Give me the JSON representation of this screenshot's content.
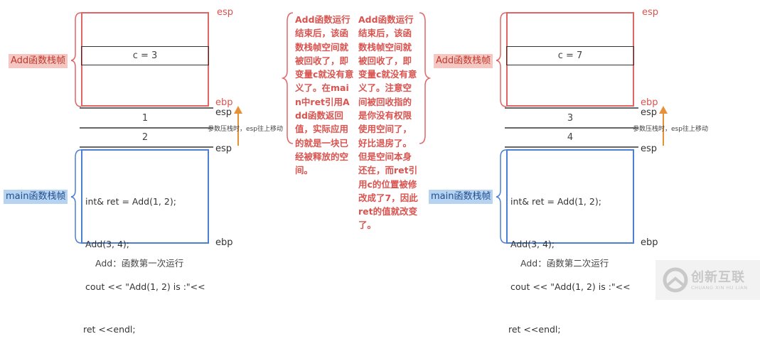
{
  "left": {
    "add_frame_label": "Add函数栈帧",
    "main_frame_label": "main函数栈帧",
    "var_cell": "c = 3",
    "arg1": "1",
    "arg2": "2",
    "esp_top": "esp",
    "ebp_mid": "ebp",
    "esp_mid": "esp",
    "esp_low": "esp",
    "ebp_bottom": "ebp",
    "push_note": "参数压栈时，esp往上移动",
    "code_lines": [
      "int& ret = Add(1, 2);",
      "Add(3, 4);",
      "cout << \"Add(1, 2) is :\"<<",
      "ret <<endl;"
    ],
    "caption": "Add：函数第一次运行"
  },
  "right": {
    "add_frame_label": "Add函数栈帧",
    "main_frame_label": "main函数栈帧",
    "var_cell": "c = 7",
    "arg1": "3",
    "arg2": "4",
    "esp_top": "esp",
    "ebp_mid": "ebp",
    "esp_mid": "esp",
    "esp_low": "esp",
    "ebp_bottom": "ebp",
    "push_note": "参数压栈时，esp往上移动",
    "code_lines": [
      "int& ret = Add(1, 2);",
      "Add(3, 4);",
      "cout << \"Add(1, 2) is :\"<<",
      "ret <<endl;"
    ],
    "caption": "Add：函数第二次运行"
  },
  "notes": {
    "note1": "Add函数运行结束后，该函数栈帧空间就被回收了，即变量c就没有意义了。在main中ret引用Add函数返回值，实际应用的就是一块已经被释放的空间。",
    "note2": "Add函数运行结束后，该函数栈帧空间就被回收了，即变量c就没有意义了。注意空间被回收指的是你没有权限使用空间了，好比退房了。但是空间本身还在，而ret引用c的位置被修改成了7，因此ret的值就改变了。"
  },
  "watermark": {
    "brand": "创新互联",
    "sub": "CHUANG XIN HU LIAN"
  },
  "colors": {
    "add_frame": "#e06666",
    "main_frame": "#4a7fd4",
    "note_text": "#d9534f",
    "arrow": "#e69138"
  }
}
